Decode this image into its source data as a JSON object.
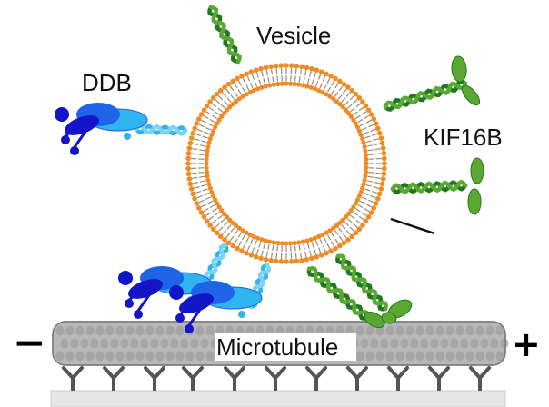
{
  "labels": {
    "vesicle": "Vesicle",
    "ddb": "DDB",
    "kif16b": "KIF16B",
    "microtubule": "Microtubule",
    "minus_end": "−",
    "plus_end": "+"
  },
  "colors": {
    "lipid_head": "#f08a24",
    "lipid_tail": "#a08a70",
    "dynein_dark": "#1414c8",
    "dynein_mid": "#1e64e6",
    "dynein_light": "#30b4f0",
    "kinesin_dark": "#1e7a1e",
    "kinesin_light": "#5aa832",
    "microtubule": "#b4b4b4",
    "antibody": "#555555",
    "glass": "#e6e6e6"
  },
  "icons": {
    "vesicle": "lipid-bilayer-ring",
    "ddb": "dynein-motor-complex",
    "kif16b": "kinesin-motor",
    "surface_linker": "antibody-y-icon"
  }
}
